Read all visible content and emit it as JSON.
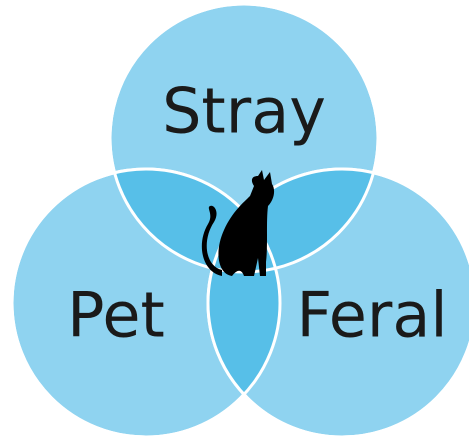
{
  "diagram": {
    "labels": {
      "top": "Stray",
      "left": "Pet",
      "right": "Feral"
    },
    "icon": "cat-silhouette-icon",
    "colors": {
      "circle_fill": "#8fd3f0",
      "overlap_fill": "#57bfe8",
      "circle_stroke": "#ffffff",
      "label_text": "#1a1a1a",
      "icon_fill": "#000000"
    }
  }
}
